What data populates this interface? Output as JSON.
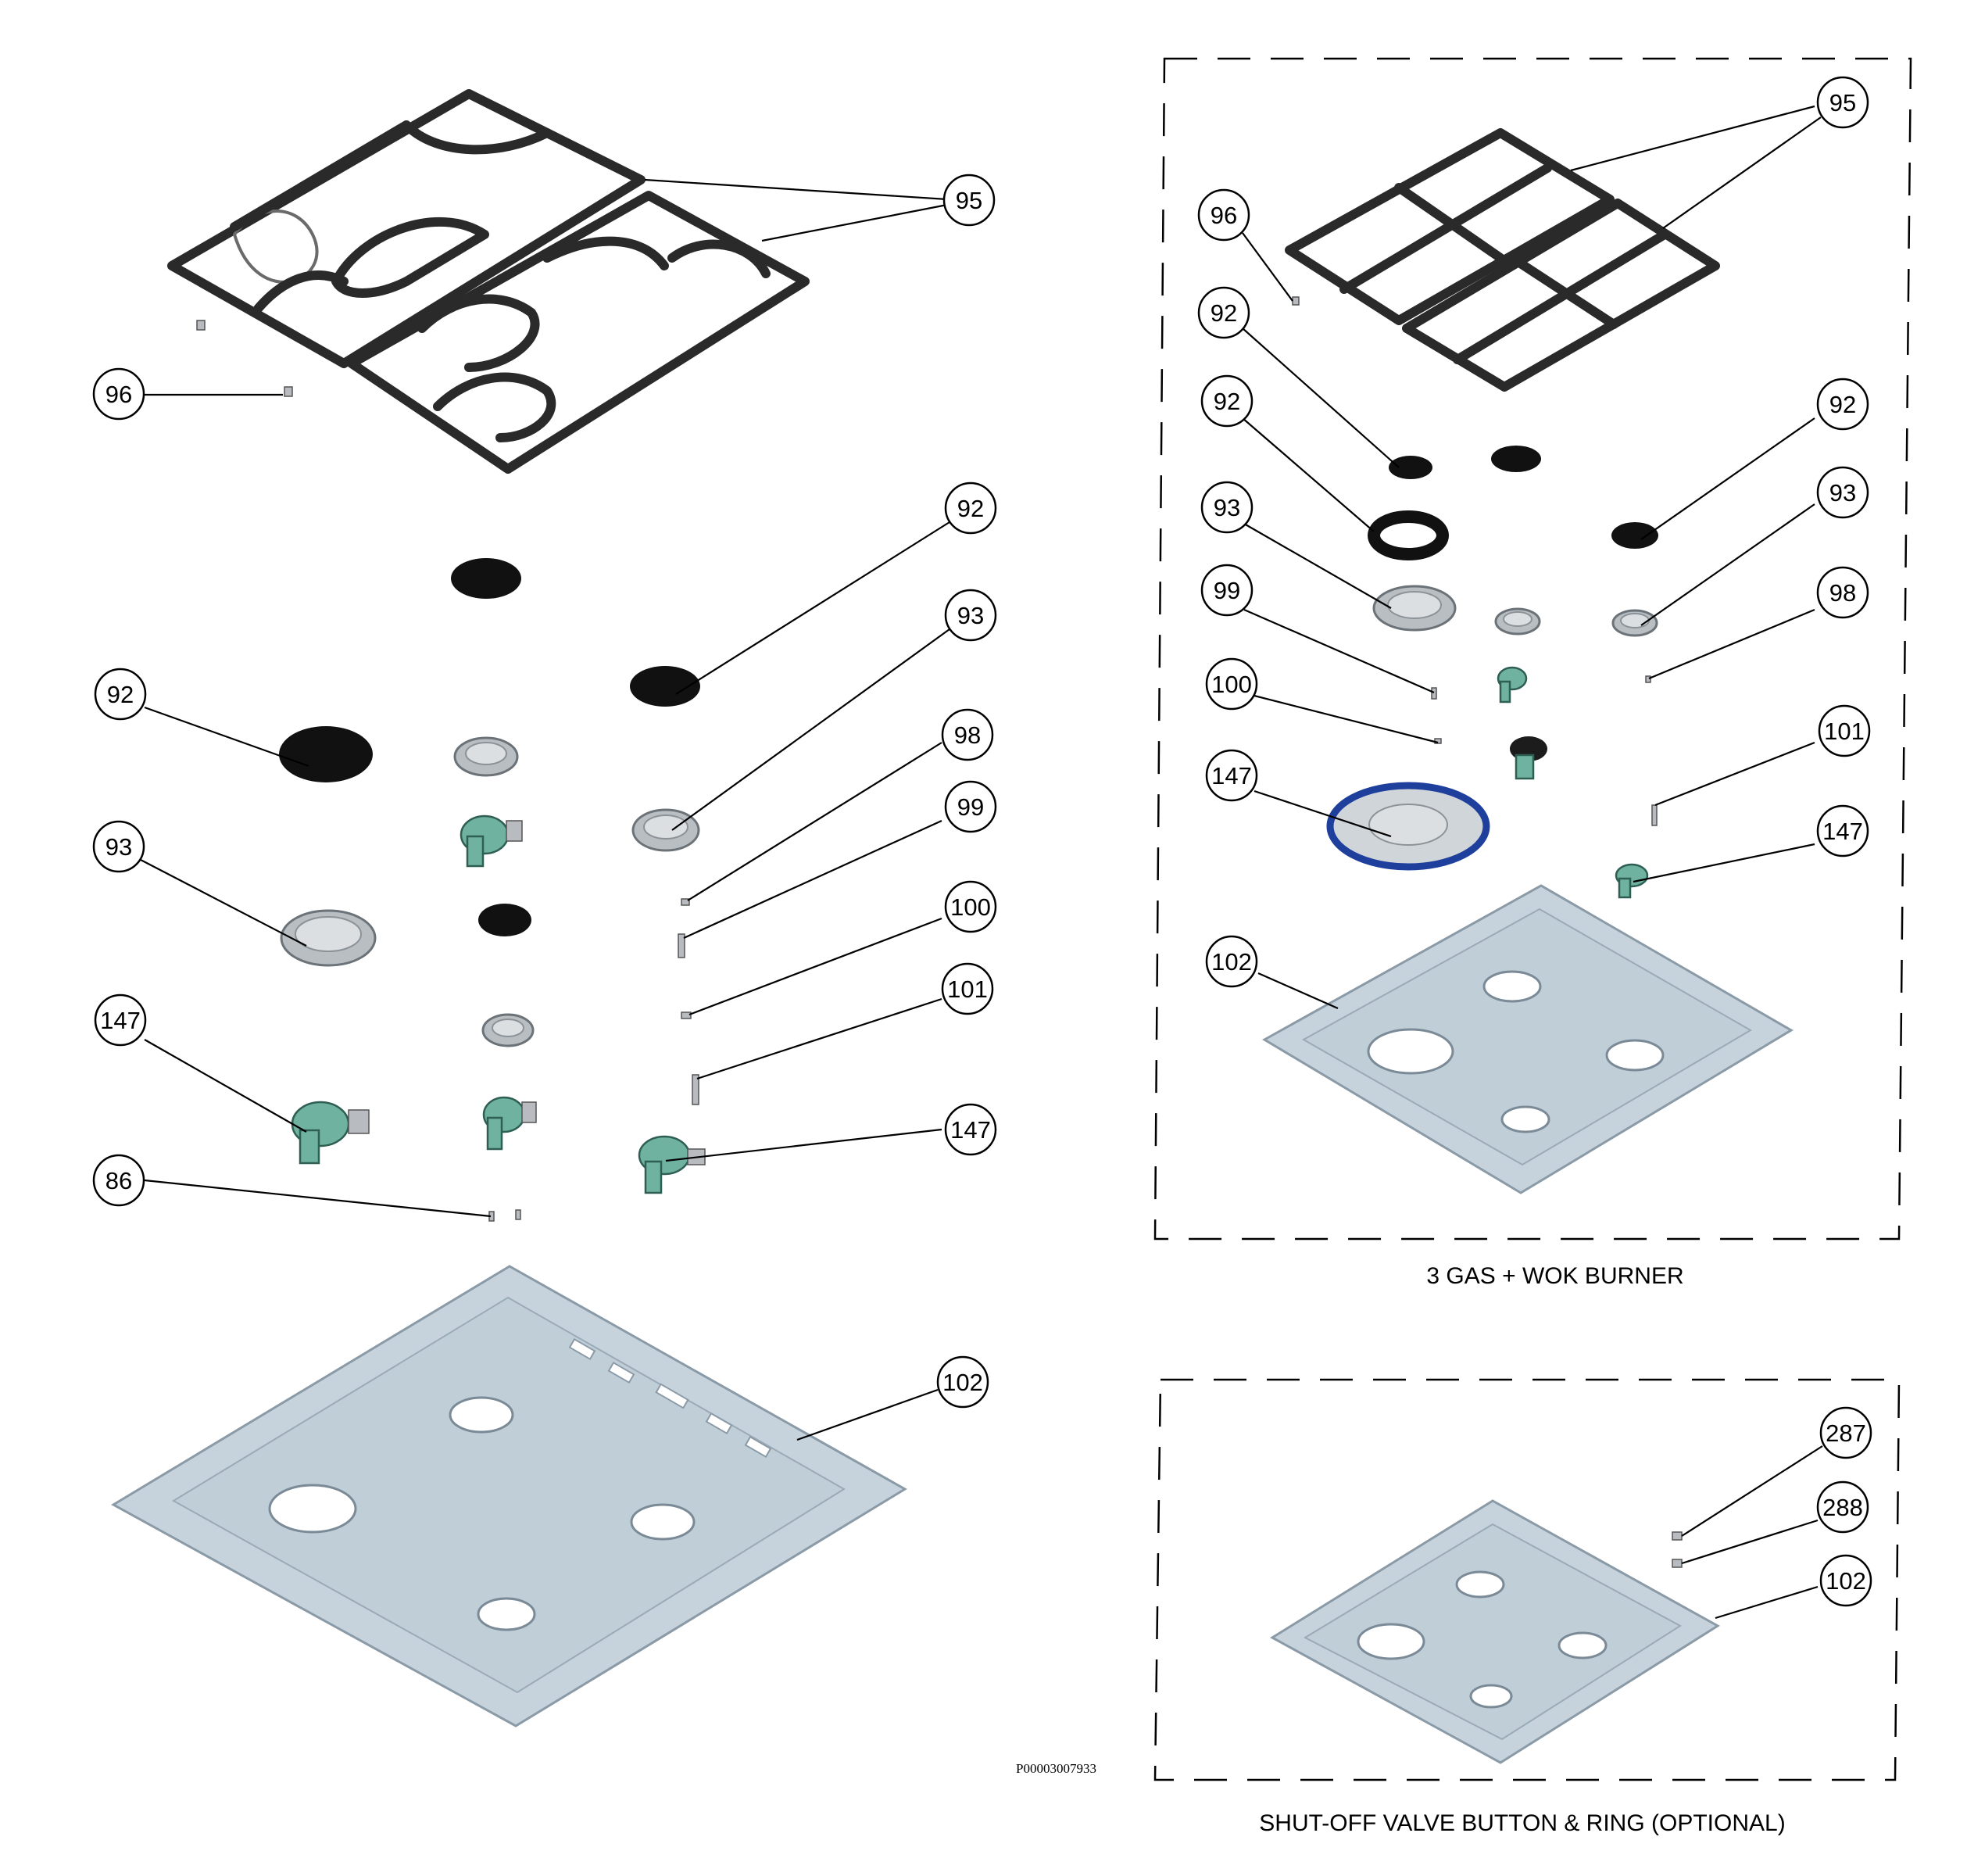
{
  "callouts": {
    "left_95": "95",
    "left_96": "96",
    "left_92_a": "92",
    "left_92_b": "92",
    "left_93_a": "93",
    "left_93_b": "93",
    "left_98": "98",
    "left_99": "99",
    "left_100": "100",
    "left_101": "101",
    "left_147_a": "147",
    "left_147_b": "147",
    "left_86": "86",
    "left_102": "102",
    "right_95": "95",
    "right_96": "96",
    "right_92_a": "92",
    "right_92_b": "92",
    "right_92_c": "92",
    "right_93_a": "93",
    "right_93_b": "93",
    "right_99": "99",
    "right_98": "98",
    "right_100": "100",
    "right_101": "101",
    "right_147_a": "147",
    "right_147_b": "147",
    "right_102": "102",
    "opt_287": "287",
    "opt_288": "288",
    "opt_102": "102"
  },
  "captions": {
    "wok_panel": "3 GAS + WOK BURNER",
    "optional_panel": "SHUT-OFF VALVE BUTTON & RING (OPTIONAL)"
  },
  "drawing_code": "P00003007933",
  "colors": {
    "tray": "#c6d3dc",
    "valve": "#6fb2a0",
    "cap": "#111111",
    "wok_ring": "#1f3f9c",
    "grate": "#2a2a2a"
  }
}
